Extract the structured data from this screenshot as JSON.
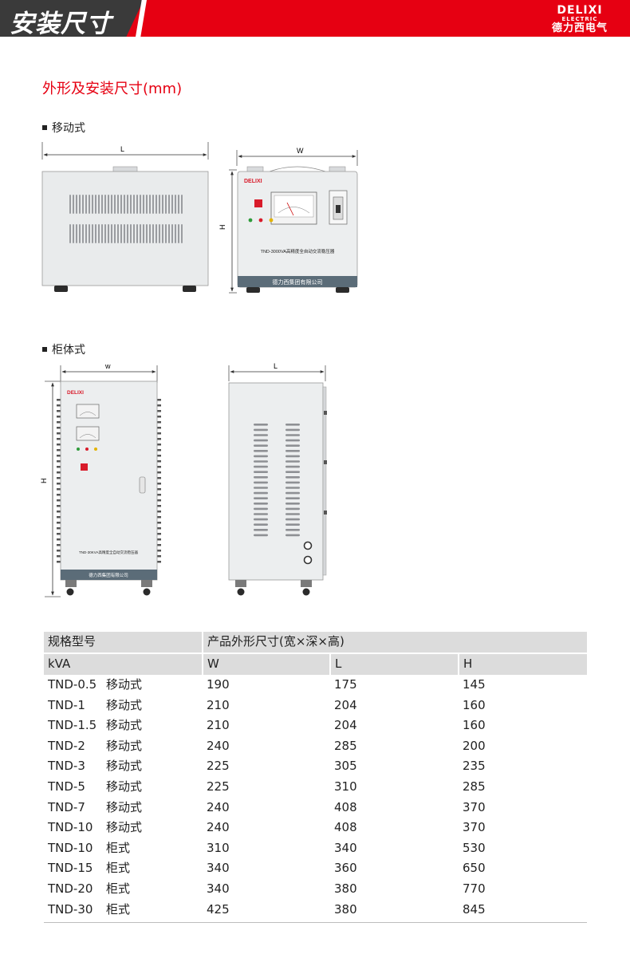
{
  "banner": {
    "title": "安装尺寸"
  },
  "logo": {
    "name": "DELIXI",
    "sub": "ELECTRIC",
    "cn": "德力西电气"
  },
  "section_title": "外形及安装尺寸(mm)",
  "mobile": {
    "label": "移动式",
    "dim_l": "L",
    "dim_w": "W",
    "dim_h": "H",
    "panel_brand": "DELIXI",
    "model_text": "TND-3000VA高精度全自动交流稳压器",
    "company": "德力西集团有限公司"
  },
  "cabinet": {
    "label": "柜体式",
    "dim_w": "w",
    "dim_l": "L",
    "dim_h": "H",
    "panel_brand": "DELIXI",
    "model_text": "TND-30KVA高精度全自动交流稳压器",
    "company": "德力西集团有限公司"
  },
  "table": {
    "header1": [
      "规格型号",
      "产品外形尺寸(宽×深×高)"
    ],
    "header2": [
      "kVA",
      "W",
      "L",
      "H"
    ],
    "rows": [
      {
        "model": "TND-0.5",
        "type": "移动式",
        "w": "190",
        "l": "175",
        "h": "145"
      },
      {
        "model": "TND-1",
        "type": "移动式",
        "w": "210",
        "l": "204",
        "h": "160"
      },
      {
        "model": "TND-1.5",
        "type": "移动式",
        "w": "210",
        "l": "204",
        "h": "160"
      },
      {
        "model": "TND-2",
        "type": "移动式",
        "w": "240",
        "l": "285",
        "h": "200"
      },
      {
        "model": "TND-3",
        "type": "移动式",
        "w": "225",
        "l": "305",
        "h": "235"
      },
      {
        "model": "TND-5",
        "type": "移动式",
        "w": "225",
        "l": "310",
        "h": "285"
      },
      {
        "model": "TND-7",
        "type": "移动式",
        "w": "240",
        "l": "408",
        "h": "370"
      },
      {
        "model": "TND-10",
        "type": "移动式",
        "w": "240",
        "l": "408",
        "h": "370"
      },
      {
        "model": "TND-10",
        "type": "柜式",
        "w": "310",
        "l": "340",
        "h": "530"
      },
      {
        "model": "TND-15",
        "type": "柜式",
        "w": "340",
        "l": "360",
        "h": "650"
      },
      {
        "model": "TND-20",
        "type": "柜式",
        "w": "340",
        "l": "380",
        "h": "770"
      },
      {
        "model": "TND-30",
        "type": "柜式",
        "w": "425",
        "l": "380",
        "h": "845"
      }
    ]
  }
}
